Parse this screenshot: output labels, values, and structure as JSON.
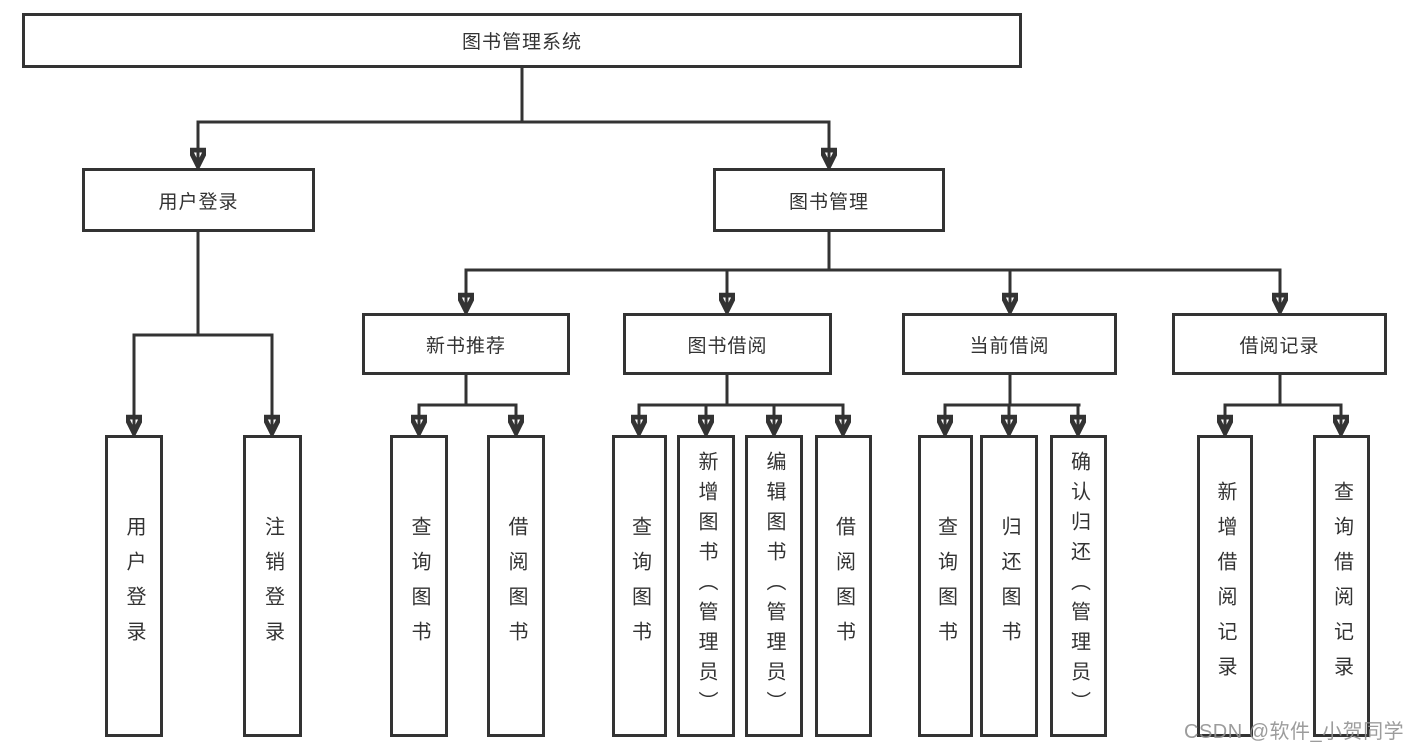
{
  "diagram": {
    "root": {
      "label": "图书管理系统"
    },
    "children": [
      {
        "label": "用户登录",
        "children": [
          {
            "label": "用户登录"
          },
          {
            "label": "注销登录"
          }
        ]
      },
      {
        "label": "图书管理",
        "children": [
          {
            "label": "新书推荐",
            "children": [
              {
                "label": "查询图书"
              },
              {
                "label": "借阅图书"
              }
            ]
          },
          {
            "label": "图书借阅",
            "children": [
              {
                "label": "查询图书"
              },
              {
                "label": "新增图书（管理员）"
              },
              {
                "label": "编辑图书（管理员）"
              },
              {
                "label": "借阅图书"
              }
            ]
          },
          {
            "label": "当前借阅",
            "children": [
              {
                "label": "查询图书"
              },
              {
                "label": "归还图书"
              },
              {
                "label": "确认归还（管理员）"
              }
            ]
          },
          {
            "label": "借阅记录",
            "children": [
              {
                "label": "新增借阅记录"
              },
              {
                "label": "查询借阅记录"
              }
            ]
          }
        ]
      }
    ]
  },
  "watermark": {
    "text": "CSDN @软件_小贺同学"
  },
  "colors": {
    "line": "#333333",
    "text": "#333333",
    "box_background": "#ffffff",
    "watermark": "#919191"
  }
}
